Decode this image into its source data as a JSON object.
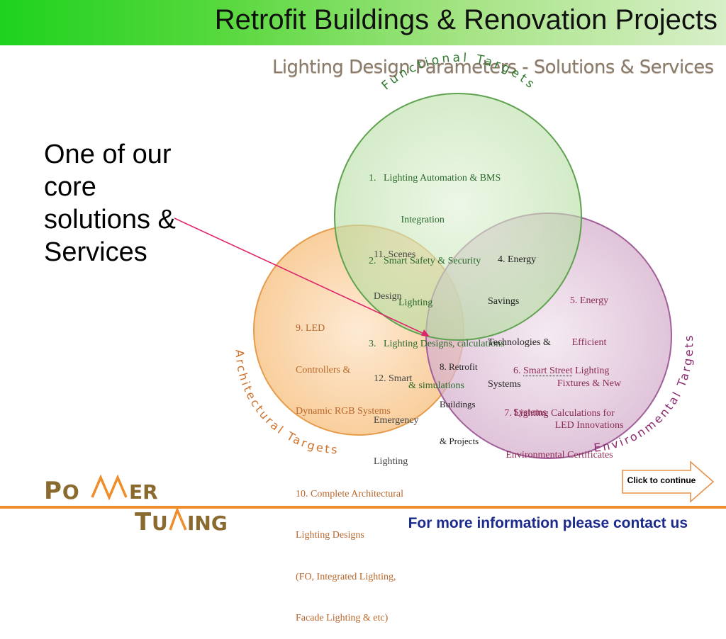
{
  "header": {
    "title": "Retrofit Buildings & Renovation Projects"
  },
  "subtitle": "Lighting Design Parameters - Solutions & Services",
  "side_text": "One of our core solutions & Services",
  "venn": {
    "functional_label": "Functional Targets",
    "architectural_label": "Architectural Targets",
    "environmental_label": "Environmental Targets",
    "colors": {
      "green_fill": "#c2e4b2",
      "green_stroke": "#5fa24f",
      "orange_fill": "#fbd6a9",
      "orange_stroke": "#e59c4c",
      "purple_fill": "#dcbfd6",
      "purple_stroke": "#a15f9a",
      "arrow": "#e0246b"
    },
    "functional_items": [
      "1.   Lighting Automation & BMS",
      "             Integration",
      "2.   Smart Safety & Security",
      "            Lighting",
      "3.   Lighting Designs, calculations",
      "                & simulations"
    ],
    "green_orange_items": [
      "11. Scenes",
      "Design",
      "",
      "12. Smart",
      "Emergency",
      "Lighting"
    ],
    "green_purple_items": [
      "    4. Energy",
      "Savings",
      "Technologies &",
      "Systems"
    ],
    "architectural_items": [
      "9. LED",
      "Controllers &",
      "Dynamic RGB Systems",
      "",
      "10. Complete Architectural",
      "Lighting Designs",
      "(FO, Integrated Lighting,",
      "Facade Lighting & etc)"
    ],
    "center_items": [
      "8. Retrofit",
      "Buildings",
      "& Projects"
    ],
    "environmental_items_top": [
      "5. Energy",
      "Efficient",
      "Fixtures & New",
      "LED Innovations"
    ],
    "environmental_item_6_prefix": "6. ",
    "environmental_item_6_link": "Smart Street",
    "environmental_item_6_rest": " Lighting",
    "environmental_item_6_line2": "Systems",
    "environmental_items_bottom": [
      "7. Lighting Calculations for",
      "Environmental Certificates"
    ]
  },
  "continue_button": {
    "label": "Click to continue"
  },
  "footer": {
    "logo_line1": "POWER",
    "logo_line2": "TUNING",
    "logo_color": "#8b6a2f",
    "logo_accent": "#ef8d2a",
    "contact": "For more information please contact us"
  }
}
